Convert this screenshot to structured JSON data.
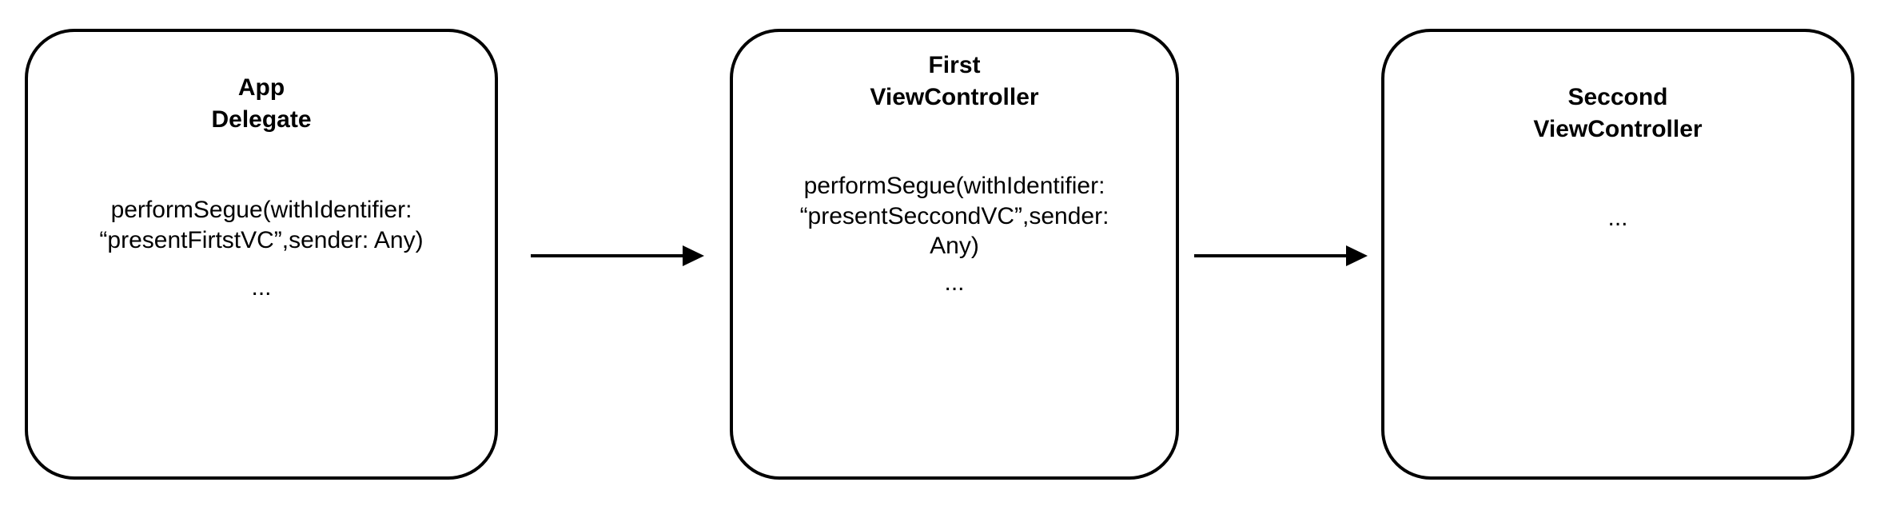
{
  "diagram": {
    "type": "flow",
    "background_color": "#ffffff",
    "stroke_color": "#000000",
    "nodes": [
      {
        "id": "app-delegate",
        "title": "App\nDelegate",
        "body": "performSegue(withIdentifier:\n“presentFirtstVC”,sender: Any)",
        "ellipsis": "..."
      },
      {
        "id": "first-view-controller",
        "title": "First\nViewController",
        "body": "performSegue(withIdentifier:\n“presentSeccondVC”,sender:\nAny)",
        "ellipsis": "..."
      },
      {
        "id": "second-view-controller",
        "title": "Seccond\nViewController",
        "body": "",
        "ellipsis": "..."
      }
    ],
    "edges": [
      {
        "id": "edge-1",
        "from": "app-delegate",
        "to": "first-view-controller",
        "label": "",
        "arrowhead": "solid-triangle"
      },
      {
        "id": "edge-2",
        "from": "first-view-controller",
        "to": "second-view-controller",
        "label": "",
        "arrowhead": "solid-triangle"
      }
    ]
  }
}
